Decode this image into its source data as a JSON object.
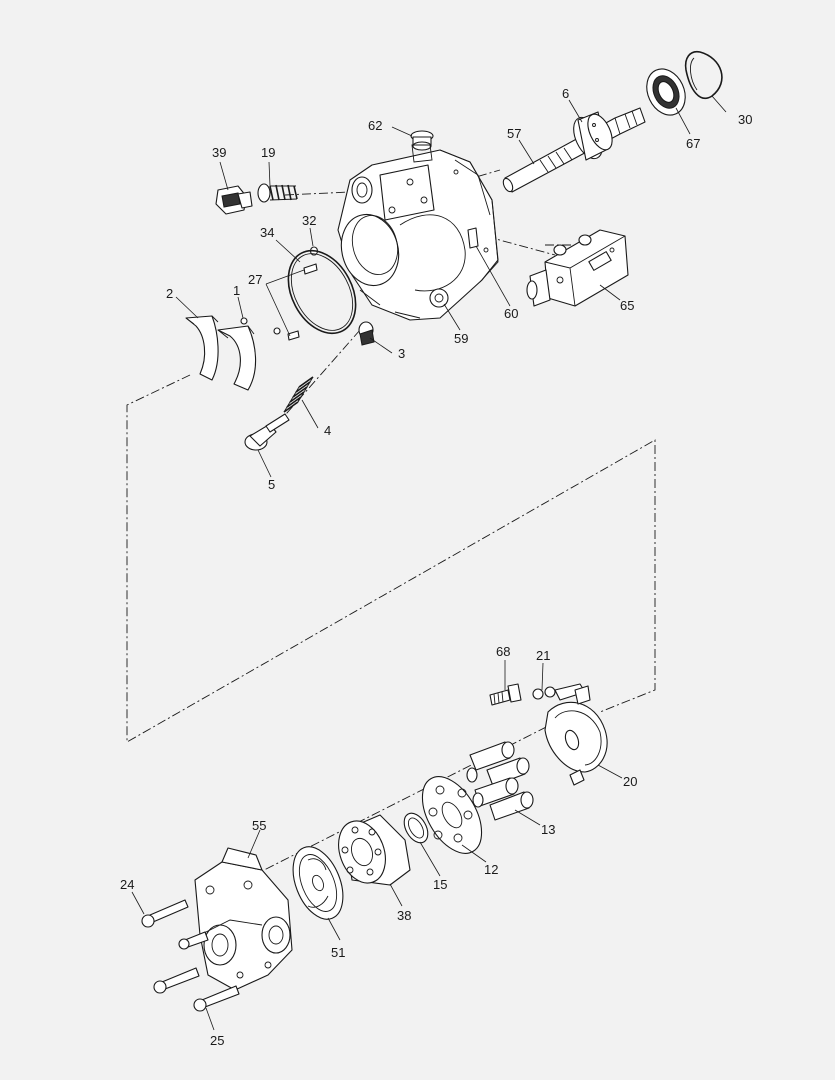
{
  "callouts": {
    "c1": "1",
    "c2": "2",
    "c3": "3",
    "c4": "4",
    "c5": "5",
    "c6": "6",
    "c12": "12",
    "c13": "13",
    "c15": "15",
    "c19": "19",
    "c20": "20",
    "c21": "21",
    "c24": "24",
    "c25": "25",
    "c27": "27",
    "c30": "30",
    "c32": "32",
    "c34": "34",
    "c38": "38",
    "c39": "39",
    "c51": "51",
    "c55": "55",
    "c57": "57",
    "c59": "59",
    "c60": "60",
    "c62": "62",
    "c65": "65",
    "c67": "67",
    "c68": "68"
  },
  "colors": {
    "background": "#f2f2f2",
    "line": "#1a1a1a",
    "part_fill": "#ffffff"
  }
}
